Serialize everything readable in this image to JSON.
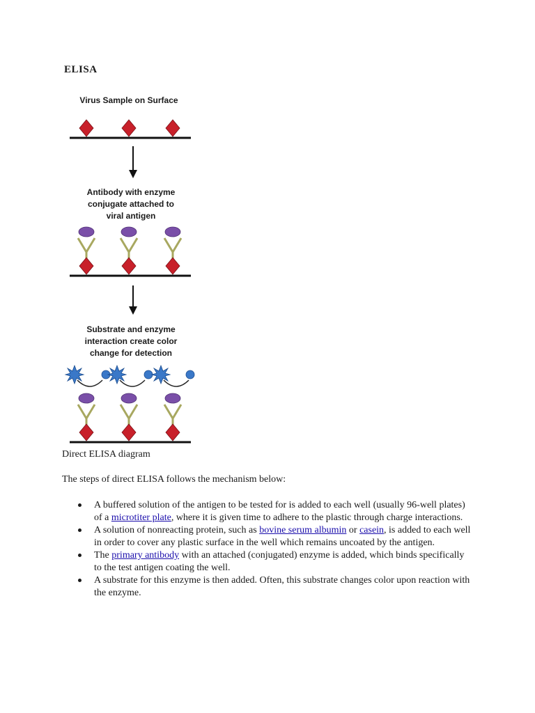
{
  "document": {
    "heading": "ELISA",
    "diagram": {
      "step1_label": "Virus Sample on Surface",
      "step2_label_lines": [
        "Antibody with enzyme",
        "conjugate  attached to",
        "viral antigen"
      ],
      "step3_label_lines": [
        "Substrate and enzyme",
        "interaction create color",
        "change for detection"
      ],
      "colors": {
        "antigen": "#c8202a",
        "enzyme": "#7a4fa8",
        "antibody": "#a8a860",
        "substrate": "#3a78c8",
        "surface": "#111111"
      }
    },
    "caption": "Direct ELISA diagram",
    "intro": "The steps of direct ELISA follows the mechanism below:",
    "steps": [
      {
        "t1": "A buffered solution of the antigen to be tested for is added to each well (usually 96-well plates) of a ",
        "link1": "microtiter plate",
        "t2": ", where it is given time to adhere to the plastic through charge interactions."
      },
      {
        "t1": "A solution of nonreacting protein, such as ",
        "link1": "bovine serum albumin",
        "t2": " or ",
        "link2": "casein",
        "t3": ", is added to each well in order to cover any plastic surface in the well which remains uncoated by the antigen."
      },
      {
        "t1": "The ",
        "link1": "primary antibody",
        "t2": " with an attached (conjugated) enzyme is added, which binds specifically to the test antigen coating the well."
      },
      {
        "t1": "A substrate for this enzyme is then added. Often, this substrate changes color upon reaction with the enzyme."
      }
    ]
  }
}
